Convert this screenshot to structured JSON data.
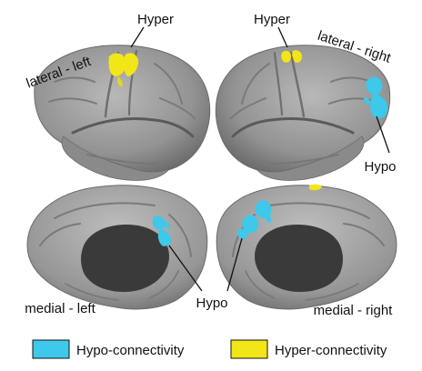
{
  "labels": {
    "lateral_left": "lateral - left",
    "lateral_right": "lateral - right",
    "medial_left": "medial - left",
    "medial_right": "medial - right",
    "hyper_top_left": "Hyper",
    "hyper_top_right": "Hyper",
    "hypo_lateral_right": "Hypo",
    "hypo_medial": "Hypo"
  },
  "legend": {
    "hypo": {
      "label": "Hypo-connectivity",
      "color": "#3ec8ea"
    },
    "hyper": {
      "label": "Hyper-connectivity",
      "color": "#f2e619"
    }
  },
  "colors": {
    "cortex": "#8f8f8f",
    "cortex_light": "#b5b5b5",
    "cortex_dark": "#4a4a4a",
    "medial_wall": "#3a3a3a",
    "hypo": "#3ec8ea",
    "hyper": "#f2e619"
  }
}
